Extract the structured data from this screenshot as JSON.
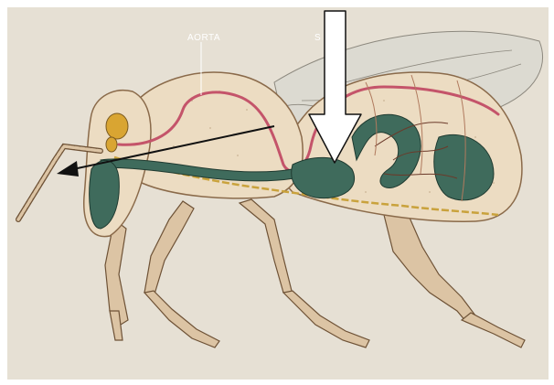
{
  "diagram": {
    "subject": "bee-internal-anatomy",
    "labels": {
      "aorta": "AORTA",
      "partial_label": "S"
    },
    "colors": {
      "background": "#e6e0d4",
      "body_fill": "#ecdcc2",
      "body_outline": "#8a6a4a",
      "aorta": "#c4546a",
      "gut": "#3f6b5c",
      "brain": "#d9a532",
      "nerve": "#c9a23c",
      "leg_fill": "#dcc4a4",
      "wing": "#dad8d0",
      "arrow_white": "#ffffff",
      "arrow_black": "#111111"
    },
    "annotations": [
      {
        "type": "arrow",
        "color": "white",
        "direction": "down",
        "target": "stomach-region"
      },
      {
        "type": "arrow",
        "color": "black",
        "direction": "left",
        "target": "head-antenna-region"
      }
    ]
  }
}
